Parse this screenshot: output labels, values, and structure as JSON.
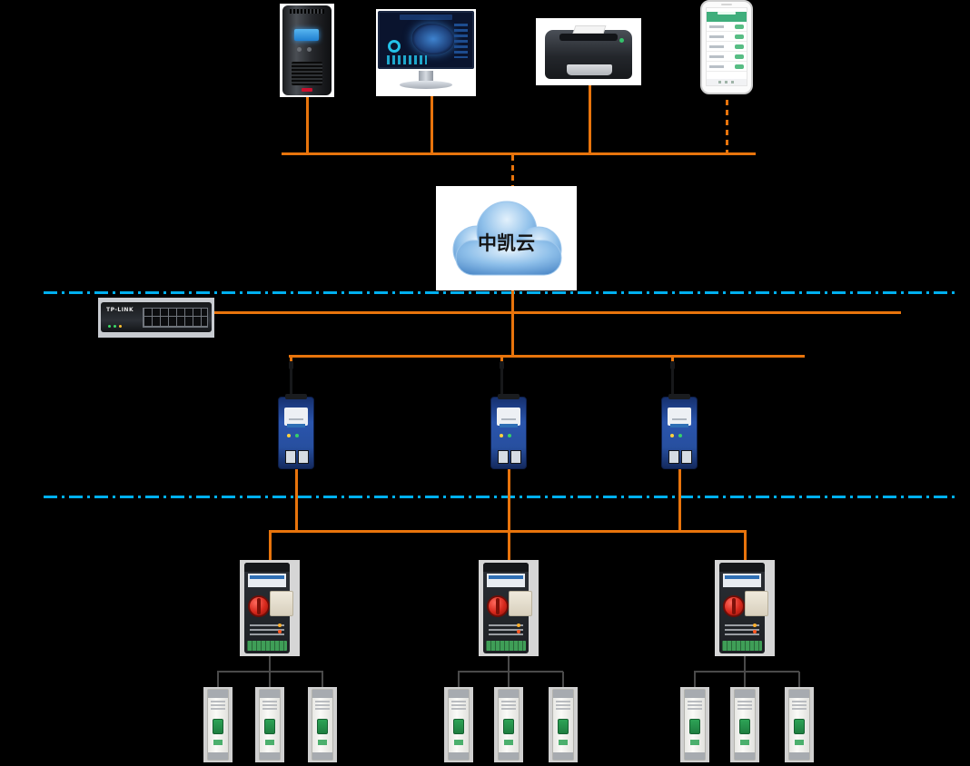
{
  "cloud": {
    "label": "中凯云"
  },
  "network_switch": {
    "brand": "TP-LINK"
  },
  "colors": {
    "bus_line": "#E8740C",
    "tier_divider": "#00B0F0",
    "breaker_branch": "#4A4A4A",
    "cloud_fill": "#6FA8DC",
    "gateway_body": "#2A55AD",
    "breaker_toggle": "#2EA356",
    "controller_knob": "#D6281C"
  },
  "topology": {
    "tiers": [
      {
        "name": "client-devices",
        "items": [
          "ups-tower",
          "dashboard-monitor",
          "laser-printer",
          "mobile-phone"
        ]
      },
      {
        "name": "cloud-platform",
        "items": [
          "中凯云"
        ]
      },
      {
        "name": "lan",
        "items": [
          "ethernet-switch"
        ]
      },
      {
        "name": "wireless-gateways",
        "count": 3
      },
      {
        "name": "rotary-switch-controllers",
        "count": 3
      },
      {
        "name": "din-rail-breakers",
        "count": 9,
        "per_controller": 3
      }
    ]
  }
}
